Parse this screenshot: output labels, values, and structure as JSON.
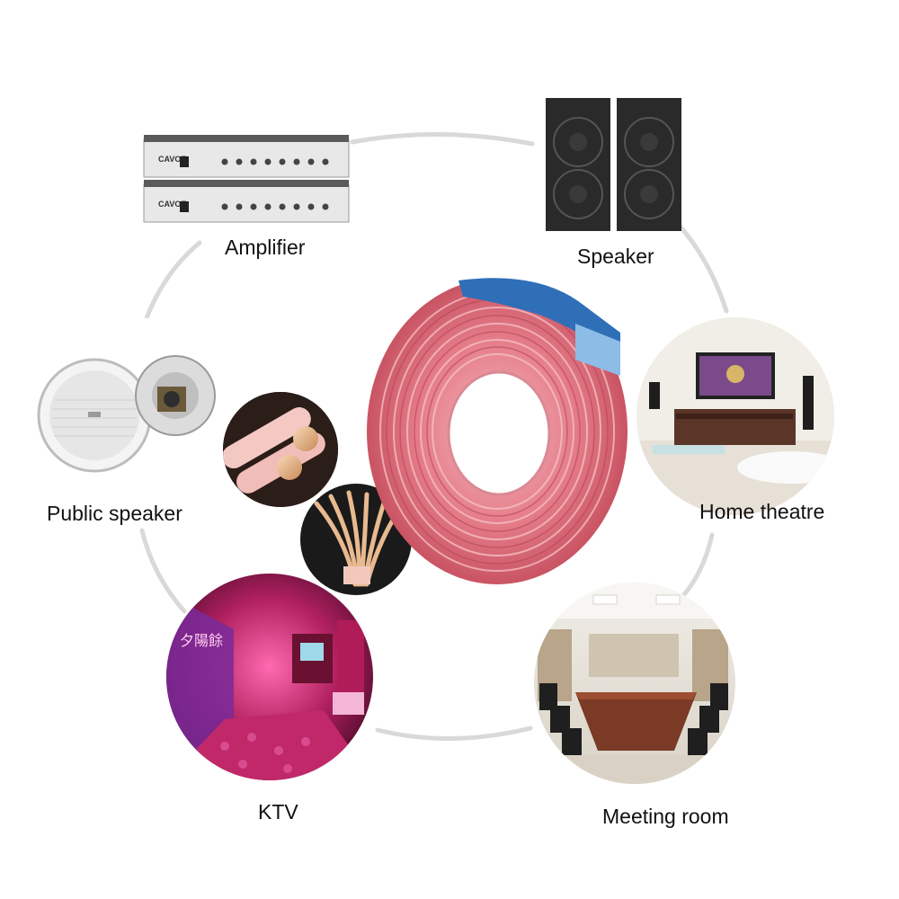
{
  "labels": {
    "amplifier": "Amplifier",
    "speaker": "Speaker",
    "public_speaker": "Public speaker",
    "home_theatre": "Home theatre",
    "ktv": "KTV",
    "meeting_room": "Meeting room"
  },
  "amplifier_brand": "CAVOE",
  "colors": {
    "ring": "#d9d9d9",
    "cable": "#e2737f",
    "ktv_accent": "#d4287a",
    "speaker_cabinet": "#2a2a2a"
  },
  "icons": [
    "amplifier-icon",
    "speaker-icon",
    "ceiling-speaker-icon",
    "home-theatre-icon",
    "ktv-room-icon",
    "meeting-room-icon",
    "cable-coil-icon",
    "copper-wire-icon"
  ]
}
